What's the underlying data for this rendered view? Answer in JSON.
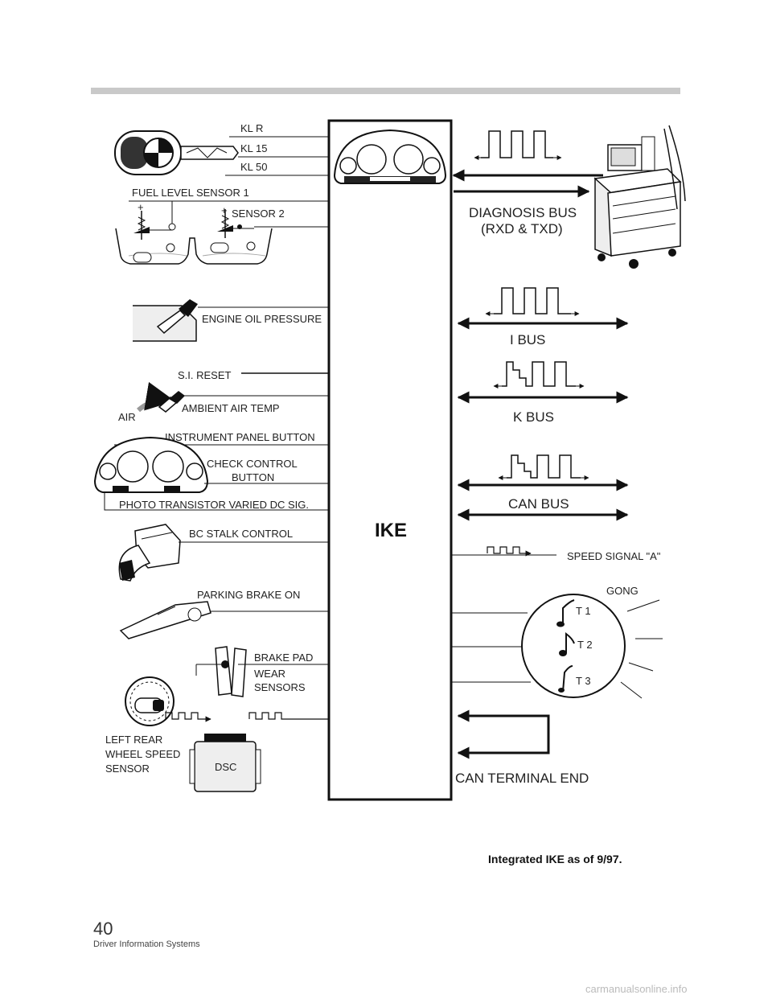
{
  "module": {
    "name": "IKE"
  },
  "inputs": {
    "kl_r": "KL R",
    "kl_15": "KL 15",
    "kl_50": "KL 50",
    "fuel_sensor_1": "FUEL LEVEL SENSOR 1",
    "fuel_sensor_2": "SENSOR 2",
    "oil_pressure": "ENGINE OIL PRESSURE",
    "si_reset": "S.I. RESET",
    "air": "AIR",
    "ambient_temp": "AMBIENT AIR TEMP",
    "panel_button": "INSTRUMENT PANEL BUTTON",
    "check_control_1": "CHECK CONTROL",
    "check_control_2": "BUTTON",
    "photo_transistor": "PHOTO TRANSISTOR VARIED DC SIG.",
    "bc_stalk": "BC STALK CONTROL",
    "parking_brake": "PARKING BRAKE ON",
    "brake_pad": "BRAKE PAD",
    "wear_1": "WEAR",
    "wear_2": "SENSORS",
    "left_rear_1": "LEFT REAR",
    "left_rear_2": "WHEEL SPEED",
    "left_rear_3": "SENSOR",
    "dsc": "DSC"
  },
  "outputs": {
    "diag_bus_1": "DIAGNOSIS BUS",
    "diag_bus_2": "(RXD & TXD)",
    "i_bus": "I BUS",
    "k_bus": "K BUS",
    "can_bus": "CAN BUS",
    "speed_signal": "SPEED SIGNAL \"A\"",
    "gong": "GONG",
    "t1": "T 1",
    "t2": "T 2",
    "t3": "T 3",
    "can_terminal": "CAN TERMINAL END"
  },
  "caption": "Integrated IKE as of 9/97.",
  "footer": {
    "page_number": "40",
    "section": "Driver Information Systems",
    "watermark": "carmanualsonline.info"
  }
}
